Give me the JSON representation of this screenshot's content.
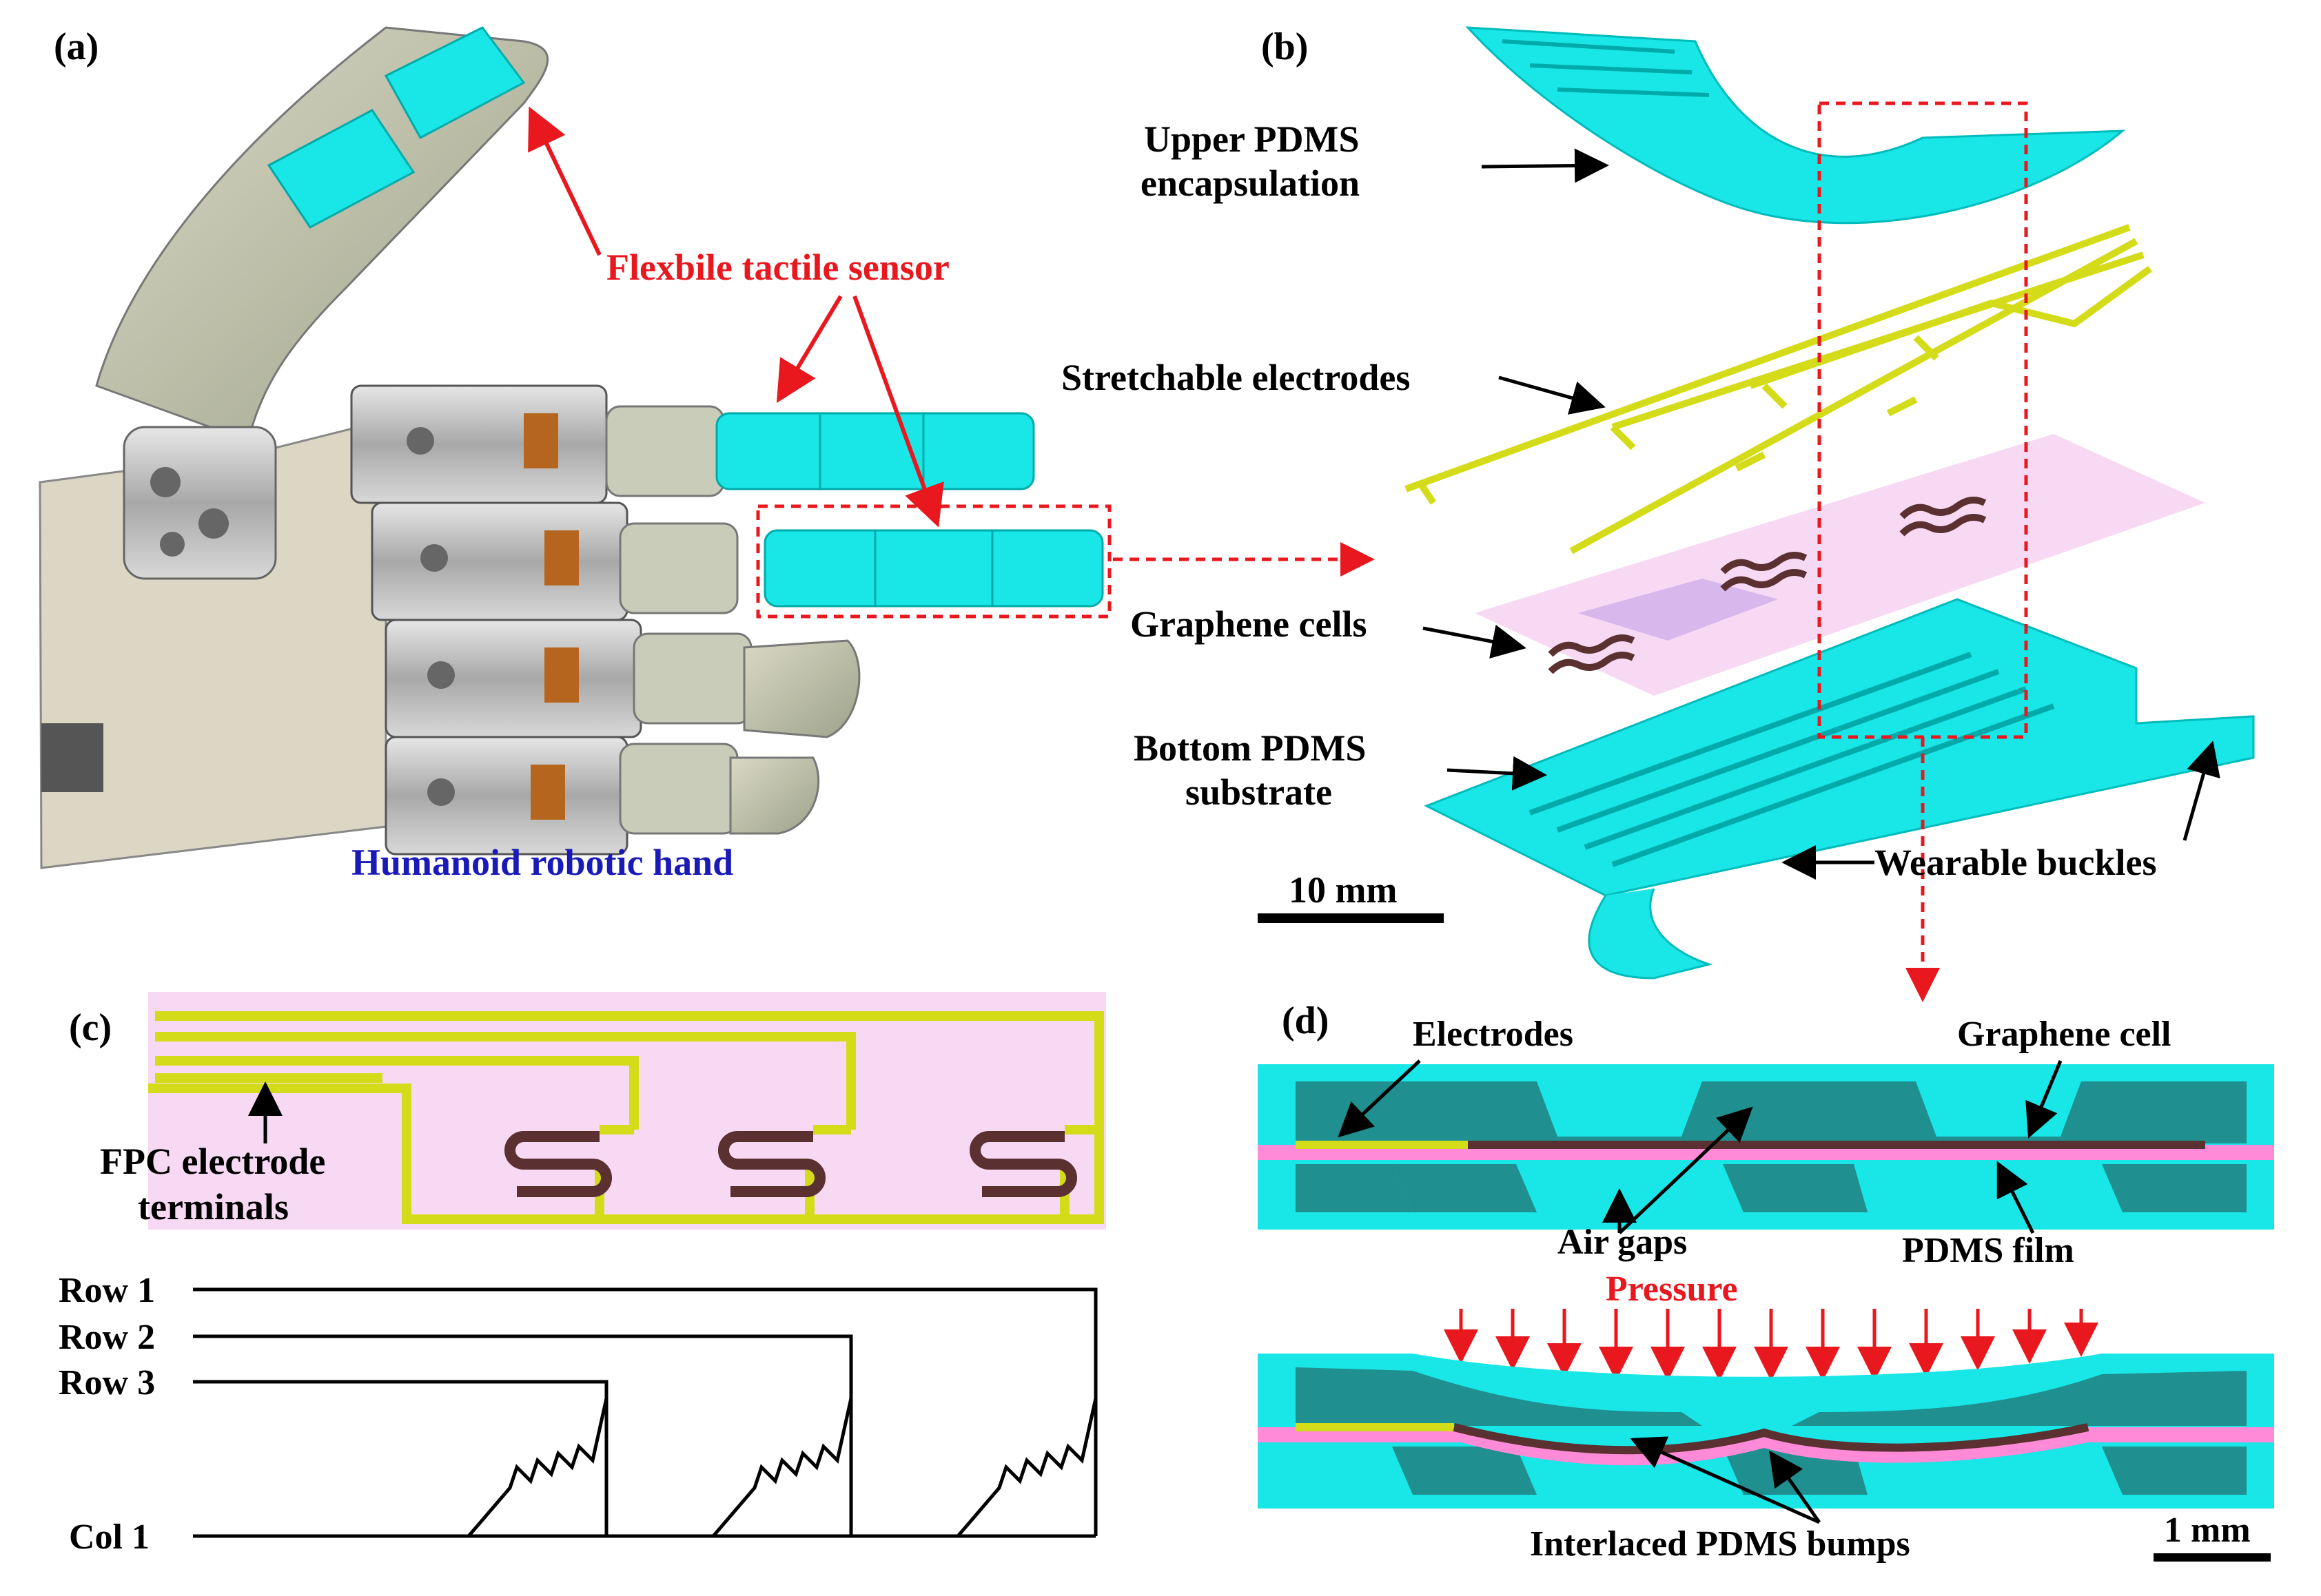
{
  "panels": {
    "a": {
      "tag": "(a)",
      "sensor_label": "Flexbile tactile sensor",
      "hand_label": "Humanoid robotic hand"
    },
    "b": {
      "tag": "(b)",
      "upper_line1": "Upper PDMS",
      "upper_line2": "encapsulation",
      "electrodes": "Stretchable electrodes",
      "graphene": "Graphene cells",
      "bottom_line1": "Bottom PDMS",
      "bottom_line2": "substrate",
      "buckles": "Wearable buckles",
      "scale": "10 mm"
    },
    "c": {
      "tag": "(c)",
      "fpc_line1": "FPC electrode",
      "fpc_line2": "terminals",
      "rows": [
        "Row 1",
        "Row 2",
        "Row 3"
      ],
      "col": "Col 1"
    },
    "d": {
      "tag": "(d)",
      "electrodes": "Electrodes",
      "graphene_cell": "Graphene cell",
      "air_gaps": "Air gaps",
      "pdms_film": "PDMS film",
      "pressure": "Pressure",
      "bumps": "Interlaced PDMS bumps",
      "scale": "1 mm"
    }
  },
  "colors": {
    "cyan": "#19e6e6",
    "dark_teal": "#1f8f8f",
    "yellow": "#d4dc1a",
    "pink": "#f7d9f3",
    "graphene": "#5a3030",
    "red": "#e8181e",
    "blue": "#1a1ab8"
  }
}
